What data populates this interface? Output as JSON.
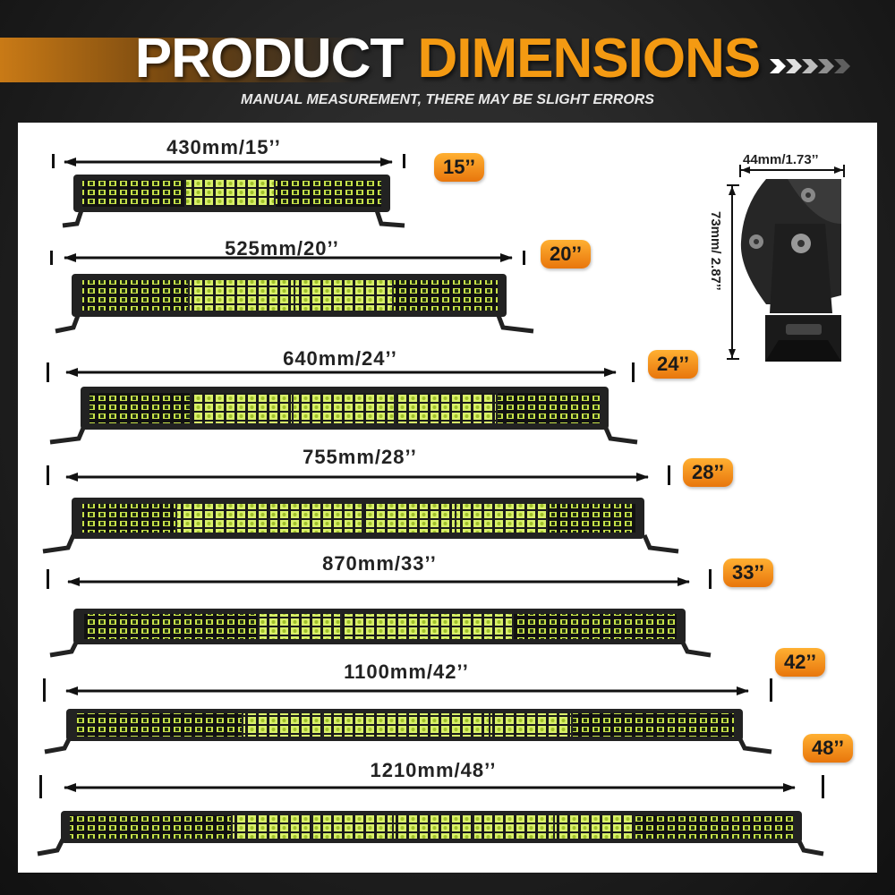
{
  "header": {
    "title_part1": "PRODUCT",
    "title_part2": "DIMENSIONS",
    "subtitle": "MANUAL MEASUREMENT, THERE MAY BE SLIGHT ERRORS"
  },
  "colors": {
    "accent": "#f49a12",
    "background": "#1c1c1c",
    "panel": "#ffffff",
    "led": "#d9f06a"
  },
  "side_view": {
    "width_label": "44mm/1.73’’",
    "height_label": "73mm/ 2.87’’"
  },
  "bars": [
    {
      "dimension": "430mm/15’’",
      "size": "15’’"
    },
    {
      "dimension": "525mm/20’’",
      "size": "20’’"
    },
    {
      "dimension": "640mm/24’’",
      "size": "24’’"
    },
    {
      "dimension": "755mm/28’’",
      "size": "28’’"
    },
    {
      "dimension": "870mm/33’’",
      "size": "33’’"
    },
    {
      "dimension": "1100mm/42’’",
      "size": "42’’"
    },
    {
      "dimension": "1210mm/48’’",
      "size": "48’’"
    }
  ]
}
